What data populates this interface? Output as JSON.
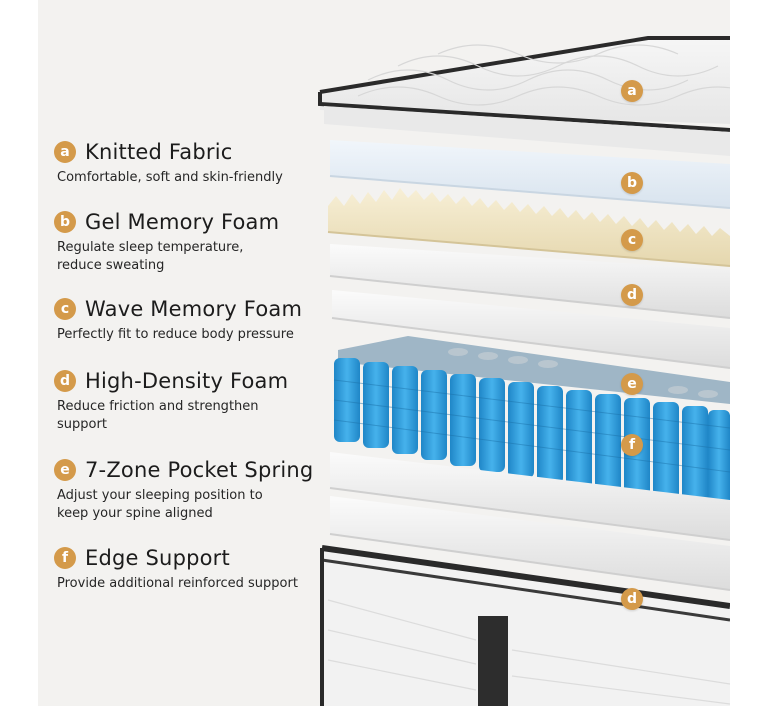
{
  "legend": [
    {
      "badge": "a",
      "title": "Knitted Fabric",
      "desc": "Comfortable, soft and skin-friendly"
    },
    {
      "badge": "b",
      "title": "Gel Memory Foam",
      "desc": "Regulate sleep temperature, reduce sweating"
    },
    {
      "badge": "c",
      "title": "Wave Memory Foam",
      "desc": "Perfectly fit to reduce body pressure"
    },
    {
      "badge": "d",
      "title": "High-Density Foam",
      "desc": "Reduce friction and strengthen support"
    },
    {
      "badge": "e",
      "title": "7-Zone Pocket Spring",
      "desc": "Adjust your sleeping position to keep your spine aligned"
    },
    {
      "badge": "f",
      "title": "Edge Support",
      "desc": "Provide additional reinforced support"
    }
  ],
  "markers": [
    "a",
    "b",
    "c",
    "d",
    "e",
    "f",
    "d"
  ],
  "colors": {
    "accent": "#d49a4a",
    "background": "#f3f2f0",
    "spring_blue": "#2e9ad8",
    "gel_blue": "#e6eef5",
    "wave_foam": "#efe4c4"
  }
}
